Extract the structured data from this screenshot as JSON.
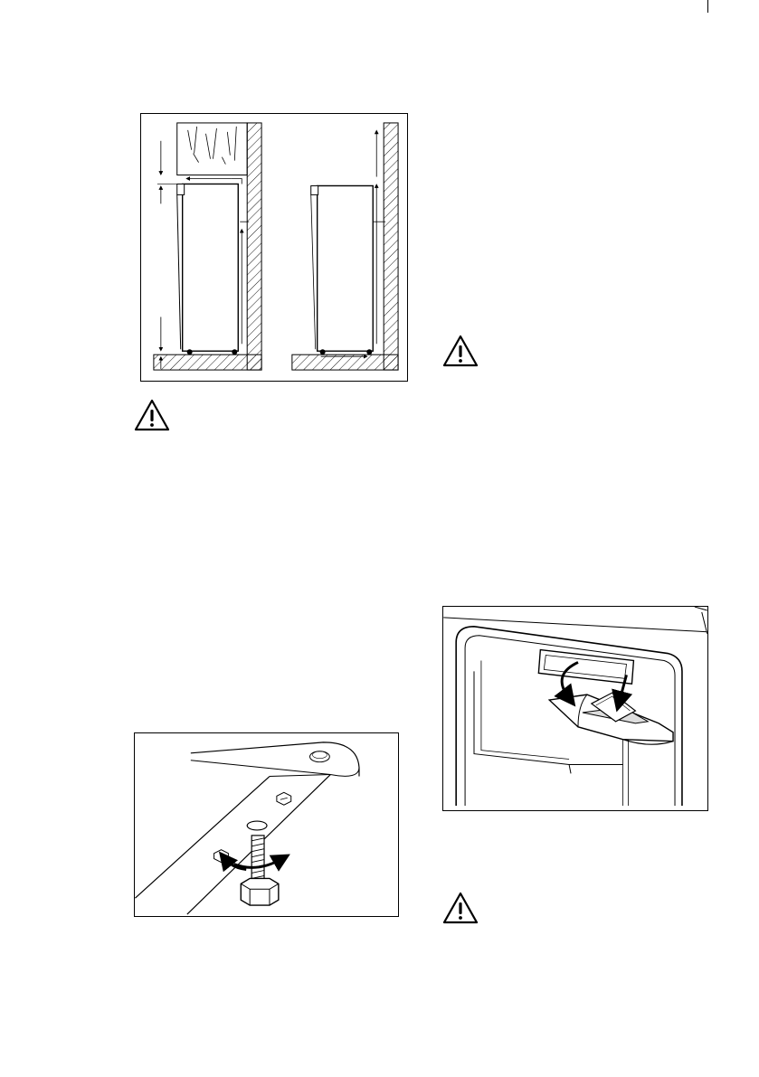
{
  "page": {
    "background": "#ffffff",
    "line_color": "#000000"
  },
  "figures": [
    {
      "id": "ventilation-clearance",
      "description_icon": "refrigerator-ventilation-diagram"
    },
    {
      "id": "levelling-feet",
      "description_icon": "adjustable-foot-screw-diagram"
    },
    {
      "id": "water-dispenser-tray",
      "description_icon": "dispenser-drip-tray-diagram"
    }
  ],
  "warnings": [
    {
      "icon": "warning-triangle-icon"
    },
    {
      "icon": "warning-triangle-icon"
    },
    {
      "icon": "warning-triangle-icon"
    }
  ]
}
